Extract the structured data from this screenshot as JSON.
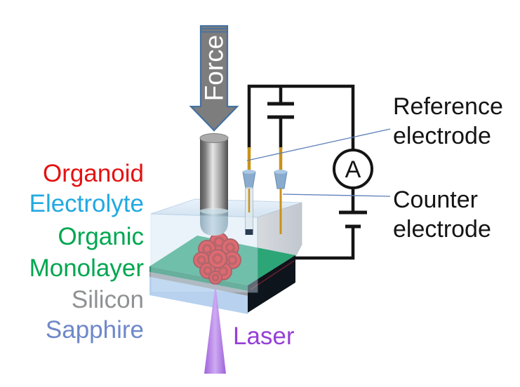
{
  "diagram": {
    "force_arrow": {
      "label": "Force"
    },
    "ammeter": {
      "label": "A"
    },
    "laser": {
      "label": "Laser",
      "color": "#9540d6"
    },
    "labels_left": [
      {
        "text": "Organoid",
        "color": "#e51111"
      },
      {
        "text": "Electrolyte",
        "color": "#21a9e1"
      },
      {
        "text": "Organic",
        "color": "#00a650"
      },
      {
        "text": "Monolayer",
        "color": "#00a650"
      },
      {
        "text": "Silicon",
        "color": "#8f9193"
      },
      {
        "text": "Sapphire",
        "color": "#6e88c9"
      }
    ],
    "callouts": {
      "reference_electrode": {
        "line1": "Reference",
        "line2": "electrode"
      },
      "counter_electrode": {
        "line1": "Counter",
        "line2": "electrode"
      }
    },
    "colors": {
      "wire": "#141414",
      "callout_line": "#5b7fb8",
      "arrow_fill": "#7d7d7d",
      "arrow_border": "#44719e",
      "electrolyte_box": "#cfe4f4",
      "monolayer_top": "#2ca577",
      "monolayer_front": "#1e8a5f",
      "silicon_strip": "#9a9da0",
      "silicon_side": "#0e141b",
      "sapphire_face": "#b7d1ef",
      "organoid": "#ea1111",
      "gold_wire": "#c8921a",
      "electrode_holder": "#88abce",
      "laser_beam": "#a366e0"
    }
  }
}
